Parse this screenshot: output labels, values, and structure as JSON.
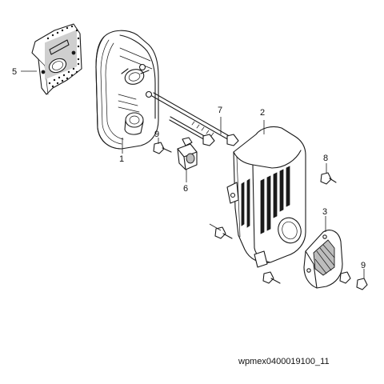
{
  "diagram": {
    "drawing_code": "wpmex0400019100_11",
    "callouts": {
      "muffler": "1",
      "muffler_protector": "2",
      "spark_arrester": "3",
      "muffler_gasket": "5",
      "muffler_outlet": "6",
      "stud_bolt": "7",
      "screw_upper": "8",
      "screw_left": "9",
      "screw_right": "9"
    },
    "colors": {
      "line": "#1a1a1a",
      "background": "#ffffff"
    }
  }
}
